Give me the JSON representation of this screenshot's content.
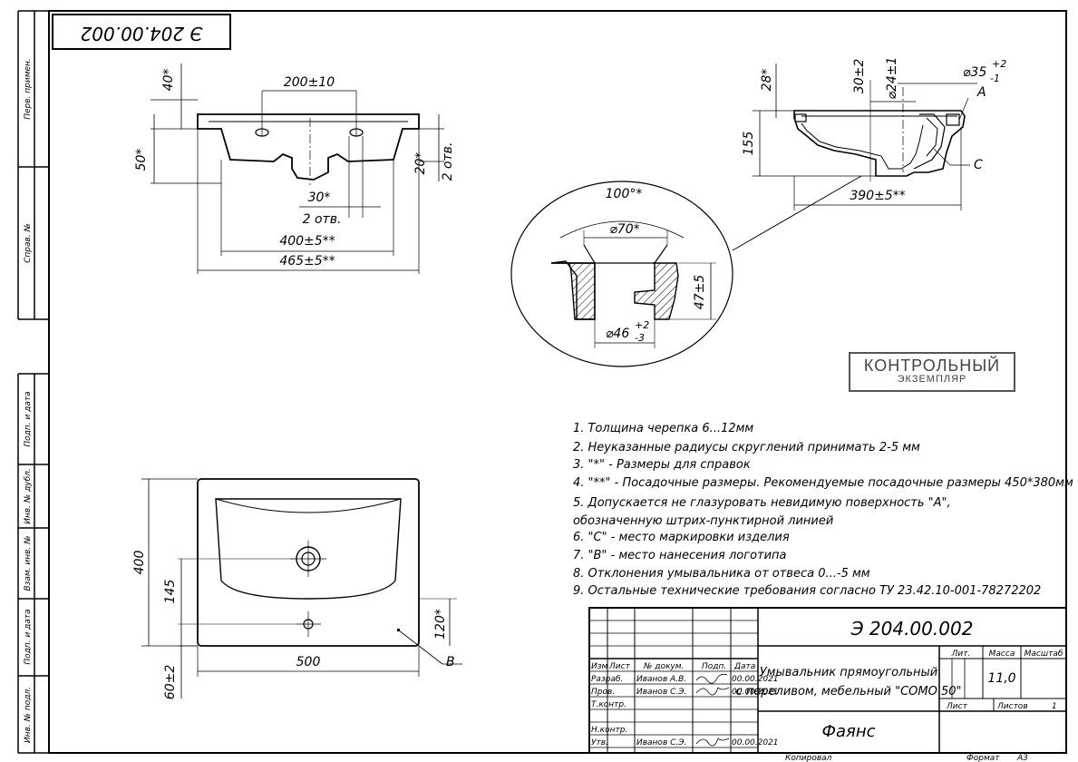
{
  "drawing_number": "Э 204.00.002",
  "drawing_number_mirrored": "Э 204.00.002",
  "side_labels": {
    "perv_primen": "Перв. примен.",
    "sprav_no": "Справ. №",
    "podp_data_1": "Подп. и дата",
    "inv_dubl": "Инв. № дубл.",
    "vzam_inv": "Взам. инв. №",
    "podp_data_2": "Подп. и дата",
    "inv_podl": "Инв. № подл."
  },
  "front_view": {
    "d_40": "40*",
    "d_200": "200±10",
    "d_50": "50*",
    "d_20": "20*",
    "d_2otv_r": "2 отв.",
    "d_30": "30*",
    "d_2otv": "2 отв.",
    "d_400": "400±5**",
    "d_465": "465±5**"
  },
  "side_view": {
    "d_28": "28*",
    "d_30": "30±2",
    "d_24": "⌀24±1",
    "d_35": "⌀35",
    "d_35_tol_up": "+2",
    "d_35_tol_dn": "-1",
    "label_a": "А",
    "d_155": "155",
    "label_c": "С",
    "d_390": "390±5**"
  },
  "detail": {
    "d_100": "100°*",
    "d_70": "⌀70*",
    "d_47": "47±5",
    "d_46": "⌀46",
    "d_46_tol_up": "+2",
    "d_46_tol_dn": "-3"
  },
  "stamp": {
    "line1": "КОНТРОЛЬНЫЙ",
    "line2": "ЭКЗЕМПЛЯР"
  },
  "notes": [
    "1. Толщина черепка 6...12мм",
    "2. Неуказанные радиусы скруглений принимать 2-5 мм",
    "3. \"*\" - Размеры для справок",
    "4. \"**\" - Посадочные размеры. Рекомендуемые посадочные размеры 450*380мм",
    "5. Допускается не глазуровать невидимую поверхность \"А\",",
    "обозначенную штрих-пунктирной линией",
    "6. \"С\" - место маркировки изделия",
    "7. \"В\" - место нанесения логотипа",
    "8. Отклонения умывальника от отвеса 0...-5 мм",
    "9. Остальные технические требования согласно ТУ 23.42.10-001-78272202"
  ],
  "plan_view": {
    "d_400": "400",
    "d_145": "145",
    "d_120": "120*",
    "d_500": "500",
    "d_60": "60±2",
    "label_b": "В"
  },
  "title_block": {
    "designation": "Э 204.00.002",
    "name_line1": "Умывальник прямоугольный",
    "name_line2": "с переливом, мебельный \"СОМО 50\"",
    "material": "Фаянс",
    "hdr_izm": "Изм",
    "hdr_list": "Лист",
    "hdr_ndok": "№ докум.",
    "hdr_podp": "Подп.",
    "hdr_data": "Дата",
    "r_razrab": "Разраб.",
    "r_razrab_name": "Иванов А.В.",
    "r_prov": "Пров.",
    "r_prov_name": "Иванов С.Э.",
    "r_tkontr": "Т.контр.",
    "r_nkontr": "Н.контр.",
    "r_utv": "Утв.",
    "r_utv_name": "Иванов С.Э.",
    "date1": "00.00.2021",
    "date2": "00.00.2021",
    "date3": "00.00.2021",
    "lit": "Лит.",
    "massa": "Масса",
    "masshtab": "Масштаб",
    "mass_value": "11,0",
    "list_lbl": "Лист",
    "listov_lbl": "Листов",
    "listov_val": "1",
    "kopiroval": "Копировал",
    "format": "Формат",
    "format_val": "А3"
  }
}
